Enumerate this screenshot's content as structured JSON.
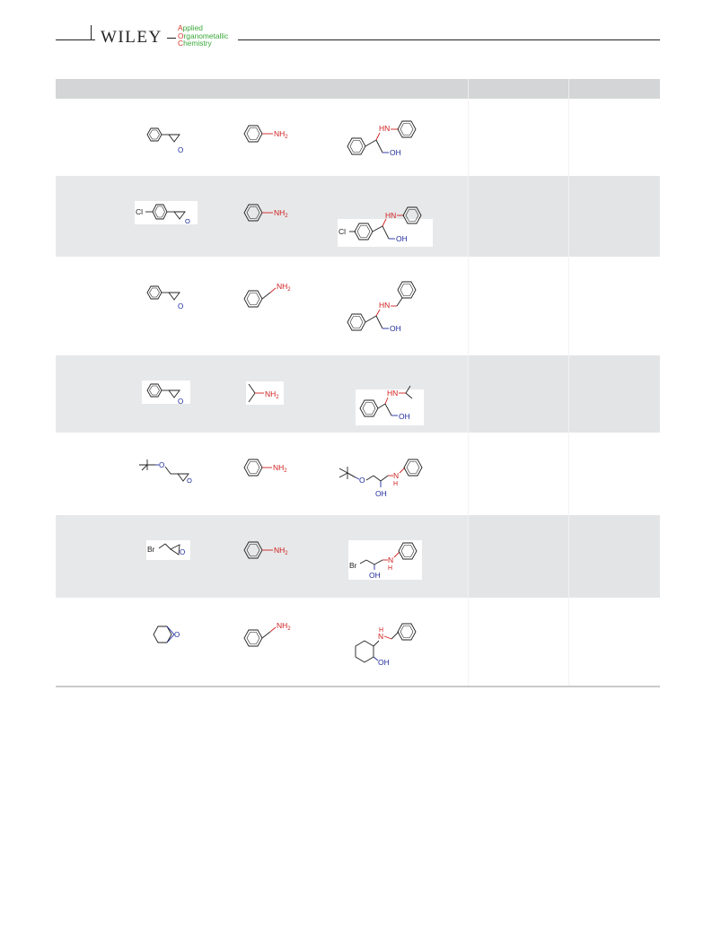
{
  "header": {
    "publisher": "WILEY",
    "journal_lines": [
      {
        "initial": "A",
        "rest": "pplied"
      },
      {
        "initial": "O",
        "rest": "rganometallic"
      },
      {
        "initial": "C",
        "rest": "hemistry"
      }
    ]
  },
  "colors": {
    "nitrogen": "#d02020",
    "oxygen": "#1c2a9a",
    "bond": "#222222",
    "header_band": "#d4d5d6",
    "row_shade": "#e7e8e9",
    "journal_green": "#3aa83a",
    "journal_red": "#d23a2a"
  },
  "rows": [
    {
      "epoxide": "styrene-oxide-structure",
      "amine": "aniline-structure",
      "product": "product-aniline-phenyl-structure",
      "labels": {
        "amine_group": "NH2",
        "product_n": "HN",
        "product_o": "OH",
        "epoxide_o": "O"
      }
    },
    {
      "epoxide": "4-chlorostyrene-oxide-structure",
      "amine": "aniline-structure",
      "product": "product-chlorophenyl-structure",
      "labels": {
        "halogen": "Cl",
        "amine_group": "NH2",
        "product_n": "HN",
        "product_o": "OH",
        "product_halogen": "Cl",
        "epoxide_o": "O"
      }
    },
    {
      "epoxide": "styrene-oxide-structure",
      "amine": "benzylamine-structure",
      "product": "product-benzyl-structure",
      "labels": {
        "amine_group": "NH2",
        "product_n": "HN",
        "product_o": "OH",
        "epoxide_o": "O"
      }
    },
    {
      "epoxide": "styrene-oxide-structure",
      "amine": "isopropylamine-structure",
      "product": "product-isopropyl-structure",
      "labels": {
        "amine_group": "NH2",
        "product_n": "HN",
        "product_o": "OH",
        "epoxide_o": "O"
      }
    },
    {
      "epoxide": "tert-butyl-glycidyl-ether-structure",
      "amine": "aniline-structure",
      "product": "product-tbutoxy-structure",
      "labels": {
        "ether_o": "O",
        "amine_group": "NH2",
        "product_n": "N",
        "product_nh": "H",
        "product_o": "OH",
        "product_ether_o": "O",
        "epoxide_o": "O"
      }
    },
    {
      "epoxide": "epibromohydrin-structure",
      "amine": "aniline-structure",
      "product": "product-bromo-structure",
      "labels": {
        "halogen": "Br",
        "amine_group": "NH2",
        "product_n": "N",
        "product_nh": "H",
        "product_o": "OH",
        "product_halogen": "Br",
        "epoxide_o": "O"
      }
    },
    {
      "epoxide": "cyclohexene-oxide-structure",
      "amine": "benzylamine-structure",
      "product": "product-cyclohexyl-structure",
      "labels": {
        "amine_group": "NH2",
        "product_n": "N",
        "product_nh": "H",
        "product_o": "OH",
        "epoxide_o": "O"
      }
    }
  ]
}
